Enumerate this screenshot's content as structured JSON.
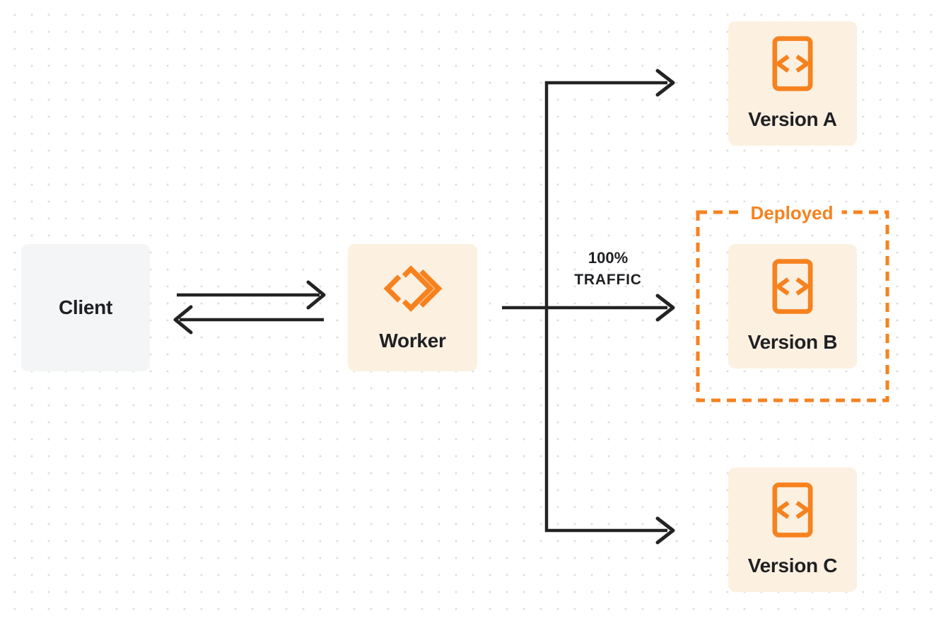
{
  "colors": {
    "background": "#ffffff",
    "dot_grid": "#dfdfdf",
    "orange": "#f6821f",
    "cream_fill": "#fcf0e1",
    "client_fill": "#f4f5f6",
    "ink": "#1f2023",
    "arrow": "#232323"
  },
  "nodes": {
    "client": {
      "label": "Client"
    },
    "worker": {
      "label": "Worker",
      "icon": "cloudflare-workers-icon"
    },
    "version_a": {
      "label": "Version A",
      "icon": "code-file-icon"
    },
    "version_b": {
      "label": "Version B",
      "icon": "code-file-icon"
    },
    "version_c": {
      "label": "Version C",
      "icon": "code-file-icon"
    }
  },
  "annotations": {
    "deployed_label": "Deployed",
    "traffic_line1": "100%",
    "traffic_line2": "TRAFFIC"
  },
  "edges": [
    {
      "from": "Client",
      "to": "Worker",
      "style": "arrow-right"
    },
    {
      "from": "Worker",
      "to": "Client",
      "style": "arrow-left"
    },
    {
      "from": "Worker",
      "to": "Version A",
      "style": "arrow-right"
    },
    {
      "from": "Worker",
      "to": "Version B",
      "style": "arrow-right",
      "label": "100% TRAFFIC"
    },
    {
      "from": "Worker",
      "to": "Version C",
      "style": "arrow-right"
    }
  ],
  "groups": [
    {
      "label": "Deployed",
      "contains": "Version B",
      "style": "orange-dashed-box"
    }
  ]
}
